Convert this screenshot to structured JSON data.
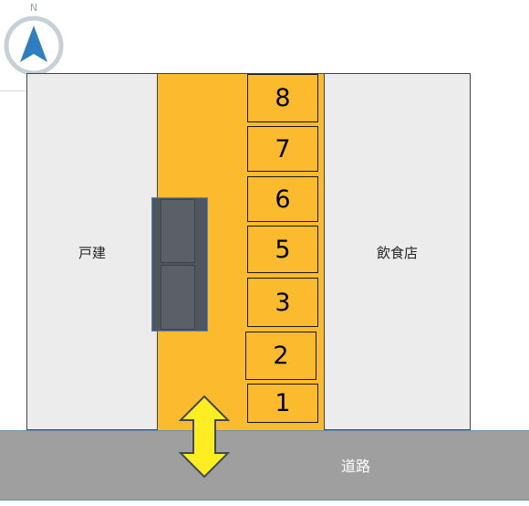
{
  "compass": {
    "north_label": "N",
    "icon": "north-arrow-icon"
  },
  "buildings": {
    "house": {
      "label": "戸建"
    },
    "restaurant": {
      "label": "飲食店"
    }
  },
  "parking": {
    "spaces": [
      "8",
      "7",
      "6",
      "5",
      "3",
      "2",
      "1"
    ]
  },
  "road": {
    "label": "道路"
  },
  "entrance": {
    "icon": "double-arrow-icon"
  },
  "colors": {
    "lot": "#fcbb2e",
    "building": "#ececec",
    "road": "#9f9f9f",
    "overlay": "#4f5660",
    "arrow": "#ffed24"
  }
}
